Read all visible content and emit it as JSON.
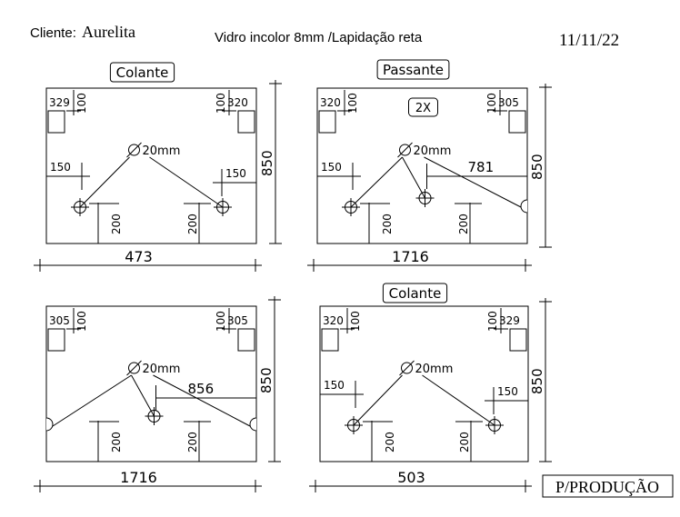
{
  "header": {
    "client_label": "Cliente:",
    "client_name": "Aurelita",
    "spec": "Vidro incolor 8mm /Lapidação reta",
    "date": "11/11/22"
  },
  "hole_diameter": "20mm",
  "panels": [
    {
      "type_label": "Colante",
      "quantity": "",
      "width": "473",
      "height": "850",
      "tl_hinge": "329",
      "tl_dim": "100",
      "tr_hinge": "320",
      "tr_dim": "100",
      "left_offset": "150",
      "right_offset": "150",
      "bottom_left": "200",
      "bottom_right": "200",
      "center_dim": ""
    },
    {
      "type_label": "Passante",
      "quantity": "2X",
      "width": "1716",
      "height": "850",
      "tl_hinge": "320",
      "tl_dim": "100",
      "tr_hinge": "305",
      "tr_dim": "100",
      "left_offset": "150",
      "right_offset": "",
      "bottom_left": "200",
      "bottom_right": "200",
      "center_dim": "781"
    },
    {
      "type_label": "",
      "quantity": "",
      "width": "1716",
      "height": "850",
      "tl_hinge": "305",
      "tl_dim": "100",
      "tr_hinge": "305",
      "tr_dim": "100",
      "left_offset": "",
      "right_offset": "",
      "bottom_left": "200",
      "bottom_right": "200",
      "center_dim": "856"
    },
    {
      "type_label": "Colante",
      "quantity": "",
      "width": "503",
      "height": "850",
      "tl_hinge": "320",
      "tl_dim": "100",
      "tr_hinge": "329",
      "tr_dim": "100",
      "left_offset": "150",
      "right_offset": "150",
      "bottom_left": "200",
      "bottom_right": "200",
      "center_dim": ""
    }
  ],
  "stamp": "P/PRODUÇÃO"
}
